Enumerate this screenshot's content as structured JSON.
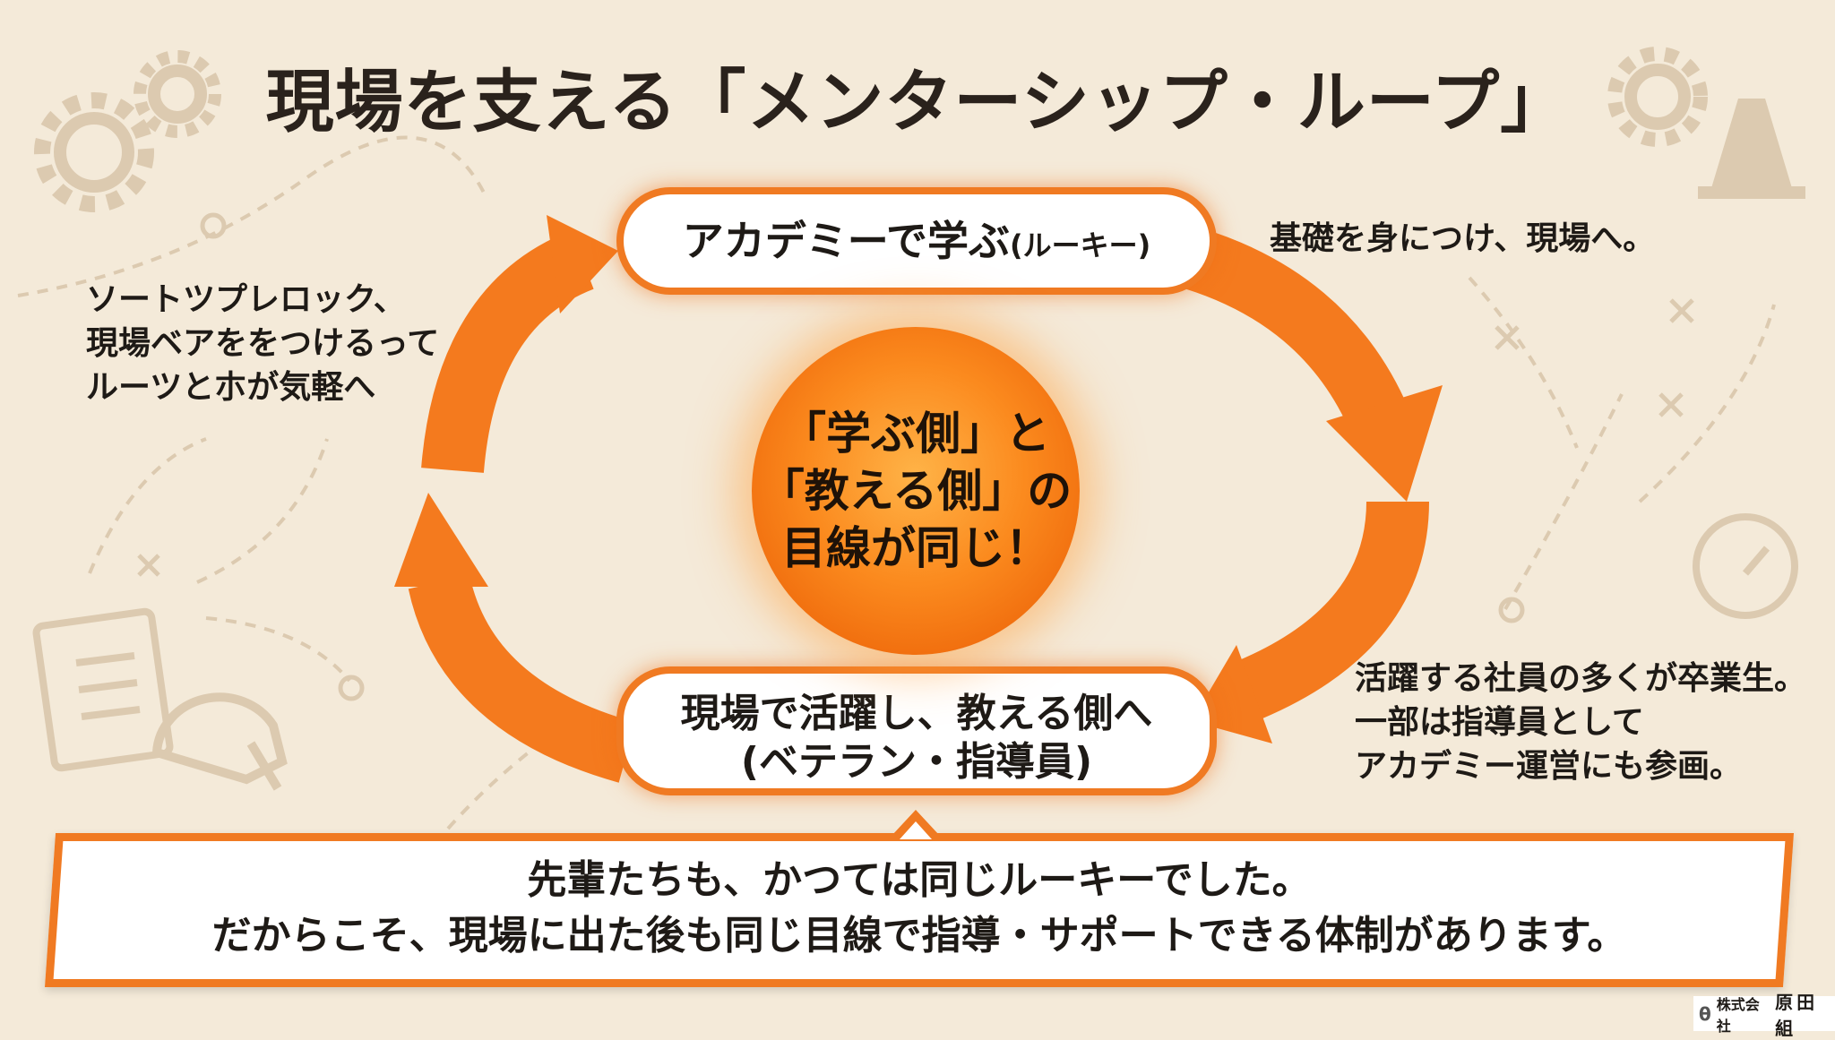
{
  "title": "現場を支える「メンターシップ・ループ」",
  "cycle": {
    "top_step": "アカデミーで学ぶ",
    "top_step_sub": "(ルーキー)",
    "bottom_step": "現場で活躍し、教える側へ",
    "bottom_step_sub": "(ベテラン・指導員)",
    "center_lines": [
      "「学ぶ側」と",
      "「教える側」の",
      "目線が同じ！"
    ]
  },
  "notes": {
    "top_right": "基礎を身につけ、現場へ。",
    "left": [
      "ソートツプレロック、",
      "現場ベアををつけるって",
      "ルーツと朩が気軽へ"
    ],
    "bottom_right": [
      "活躍する社員の多くが卒業生。",
      "一部は指導員として",
      "アカデミー運営にも参画。"
    ]
  },
  "bottom_message": [
    "先輩たちも、かつては同じルーキーでした。",
    "だからこそ、現場に出た後も同じ目線で指導・サポートできる体制があります。"
  ],
  "logo": {
    "company_prefix": "株式会社",
    "company_name": "原田組"
  },
  "colors": {
    "accent": "#f07a22",
    "background": "#f4ead9",
    "decor": "#dccab0"
  }
}
